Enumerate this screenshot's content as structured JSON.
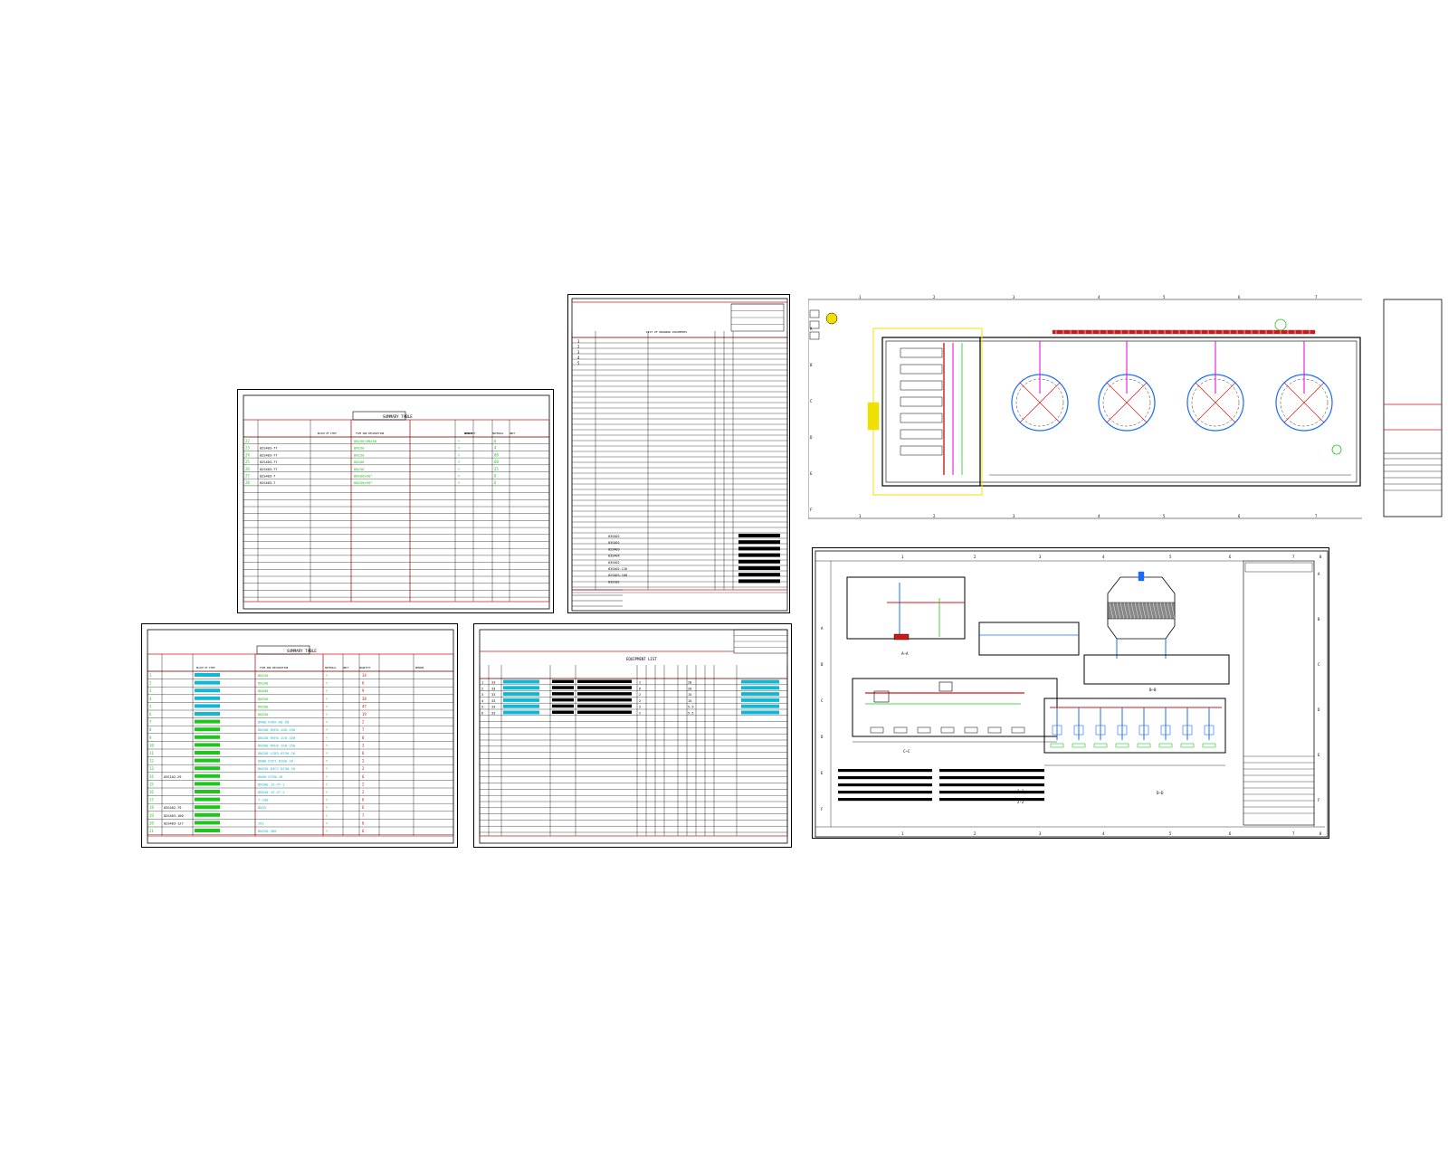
{
  "colors": {
    "frame": "#000000",
    "red_line": "#d01818",
    "green_text": "#19c819",
    "cyan_text": "#10b8d8",
    "yellow": "#f0e000",
    "blue": "#1c6bff",
    "magenta": "#e000e0"
  },
  "summary_a": {
    "title": "SUMMARY TABLE",
    "headers": [
      "BLOCK OF ITEM",
      "TYPE AND DESCRIPTION",
      "MATERIAL",
      "UNIT",
      "QUANTITY",
      "REMARK"
    ],
    "rows": [
      {
        "no": "22",
        "code": "",
        "name": "",
        "spec": "DN250/DN150",
        "qty": "6"
      },
      {
        "no": "23",
        "code": "02S403-77",
        "name": "",
        "spec": "DN150",
        "qty": "4"
      },
      {
        "no": "24",
        "code": "02S403-77",
        "name": "",
        "spec": "DN150",
        "qty": "68"
      },
      {
        "no": "25",
        "code": "02S403-77",
        "name": "",
        "spec": "DN100",
        "qty": "68"
      },
      {
        "no": "26",
        "code": "02S403-77",
        "name": "",
        "spec": "DN250",
        "qty": "25"
      },
      {
        "no": "27",
        "code": "02S403-7",
        "name": "",
        "spec": "DN200x90°",
        "qty": "6"
      },
      {
        "no": "28",
        "code": "02S403-7",
        "name": "",
        "spec": "DN250x90°",
        "qty": "6"
      }
    ]
  },
  "summary_b": {
    "title": "SUMMARY TABLE",
    "headers": [
      "BLOCK OF ITEM",
      "TYPE AND DESCRIPTION",
      "MATERIAL",
      "UNIT",
      "QUANTITY",
      "REMARK"
    ],
    "rows": [
      {
        "no": "1",
        "code": "",
        "spec": "DN150",
        "qty": "14"
      },
      {
        "no": "2",
        "code": "",
        "spec": "DN100",
        "qty": "6"
      },
      {
        "no": "3",
        "code": "",
        "spec": "DN200",
        "qty": "9"
      },
      {
        "no": "4",
        "code": "",
        "spec": "DN250",
        "qty": "38"
      },
      {
        "no": "5",
        "code": "",
        "spec": "DN200",
        "qty": "47"
      },
      {
        "no": "6",
        "code": "",
        "spec": "DN250",
        "qty": "19"
      },
      {
        "no": "7",
        "code": "",
        "spec": "DN80 RVHX-60-50",
        "qty": "2"
      },
      {
        "no": "8",
        "code": "",
        "spec": "DN100 RVHX-100-150",
        "qty": "7"
      },
      {
        "no": "9",
        "code": "",
        "spec": "DN150 RVHX-150-150",
        "qty": "8"
      },
      {
        "no": "10",
        "code": "",
        "spec": "DN200 RVHX-100-150",
        "qty": "3"
      },
      {
        "no": "11",
        "code": "",
        "spec": "DN250 LZ83-0250-16",
        "qty": "6"
      },
      {
        "no": "12",
        "code": "",
        "spec": "DN80 D3CY-D180-16",
        "qty": "2"
      },
      {
        "no": "13",
        "code": "",
        "spec": "DN250 D3CY-D250-16",
        "qty": "2"
      },
      {
        "no": "14",
        "code": "03S102-29",
        "spec": "DN50 H72W-16",
        "qty": "6"
      },
      {
        "no": "15",
        "code": "",
        "spec": "DN300 JZ-XT-2",
        "qty": "2"
      },
      {
        "no": "16",
        "code": "",
        "spec": "DN250 JZ-XT-2",
        "qty": "2"
      },
      {
        "no": "17",
        "code": "",
        "spec": "Y-100",
        "qty": "6"
      },
      {
        "no": "18",
        "code": "03S402-79",
        "spec": "DN32",
        "qty": "6"
      },
      {
        "no": "19",
        "code": "02S403-100",
        "spec": "",
        "qty": "7"
      },
      {
        "no": "20",
        "code": "02S403-127",
        "spec": "Z01",
        "qty": "6"
      },
      {
        "no": "21",
        "code": "",
        "spec": "DN250-300",
        "qty": "6"
      }
    ]
  },
  "drawing_list": {
    "title": "LIST OF DRAWING DOCUMENTS",
    "rows": [
      "1",
      "2",
      "3",
      "4",
      "5"
    ],
    "std_codes": [
      "03S402",
      "03S402",
      "02S403",
      "03S404",
      "03S402",
      "03S402-116",
      "02S403-100",
      "03S102"
    ]
  },
  "equipment": {
    "title": "EQUIPMENT LIST",
    "rows": [
      {
        "no": "1",
        "code": "33",
        "qty": "2",
        "q2": "20"
      },
      {
        "no": "2",
        "code": "33",
        "qty": "6",
        "q2": "20"
      },
      {
        "no": "3",
        "code": "33",
        "qty": "2",
        "q2": "15"
      },
      {
        "no": "4",
        "code": "33",
        "qty": "2",
        "q2": "15"
      },
      {
        "no": "5",
        "code": "33",
        "qty": "2",
        "q2": "5.5"
      },
      {
        "no": "6",
        "code": "33",
        "qty": "2",
        "q2": "5.5"
      }
    ]
  },
  "plan": {
    "grid_top": [
      "1",
      "2",
      "3",
      "4",
      "5",
      "6",
      "7"
    ],
    "grid_side": [
      "A",
      "B",
      "C",
      "D",
      "E",
      "F"
    ]
  },
  "section": {
    "grid_top": [
      "1",
      "2",
      "3",
      "4",
      "5",
      "6",
      "7",
      "8"
    ],
    "grid_side": [
      "A",
      "B",
      "C",
      "D",
      "E",
      "F"
    ],
    "labels": [
      "A—A",
      "B—B",
      "C—C",
      "D—D",
      "1-1",
      "2-2"
    ]
  }
}
